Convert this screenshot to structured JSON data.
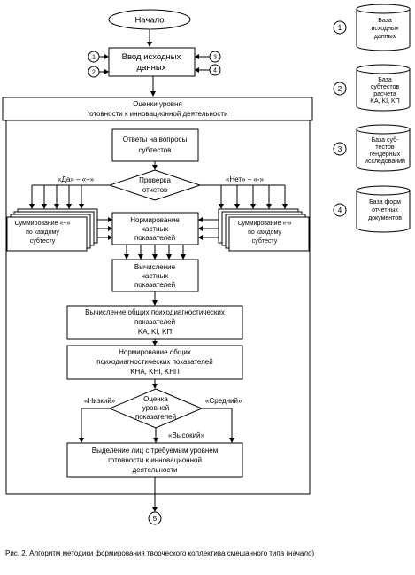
{
  "flowchart": {
    "start": "Начало",
    "input": [
      "Ввод исходных",
      "данных"
    ],
    "section_title": [
      "Оценки уровня",
      "готовности к инновационной деятельности"
    ],
    "answers": [
      "Ответы на вопросы",
      "субтестов"
    ],
    "check": [
      "Проверка",
      "отчетов"
    ],
    "yes_label": "«Да» – «+»",
    "no_label": "«Нет» – «-»",
    "sum_plus": [
      "Суммирование «+»",
      "по каждому",
      "субтесту"
    ],
    "normalize_partial": [
      "Нормирование",
      "частных",
      "показателей"
    ],
    "sum_minus": [
      "Суммирование «-»",
      "по каждому",
      "субтесту"
    ],
    "compute_partial": [
      "Вычисление",
      "частных",
      "показателей"
    ],
    "compute_general": [
      "Вычисление общих психодиагностических",
      "показателей"
    ],
    "compute_general_symbols": "KА, KI, KП",
    "normalize_general": [
      "Нормирование общих",
      "психодиагностических показателей"
    ],
    "normalize_general_symbols": "KНА, KНI, KНП",
    "assess": [
      "Оценка",
      "уровней",
      "показателей"
    ],
    "low_label": "«Низкий»",
    "mid_label": "«Средний»",
    "high_label": "«Высокий»",
    "select": [
      "Выделение лиц с требуемым уровнем",
      "готовности к инновационной",
      "деятельности"
    ],
    "connector_out": "5",
    "input_connectors": [
      "1",
      "2",
      "3",
      "4"
    ]
  },
  "databases": [
    {
      "num": "1",
      "lines": [
        "База",
        "исходных",
        "данных"
      ]
    },
    {
      "num": "2",
      "lines": [
        "База",
        "субтестов",
        "расчета",
        "KА, KI, KП"
      ]
    },
    {
      "num": "3",
      "lines": [
        "База суб-",
        "тестов",
        "гендерных",
        "исследований"
      ]
    },
    {
      "num": "4",
      "lines": [
        "База форм",
        "отчетных",
        "документов"
      ]
    }
  ],
  "caption": "Рис. 2. Алгоритм методики формирования творческого коллектива смешанного типа (начало)"
}
